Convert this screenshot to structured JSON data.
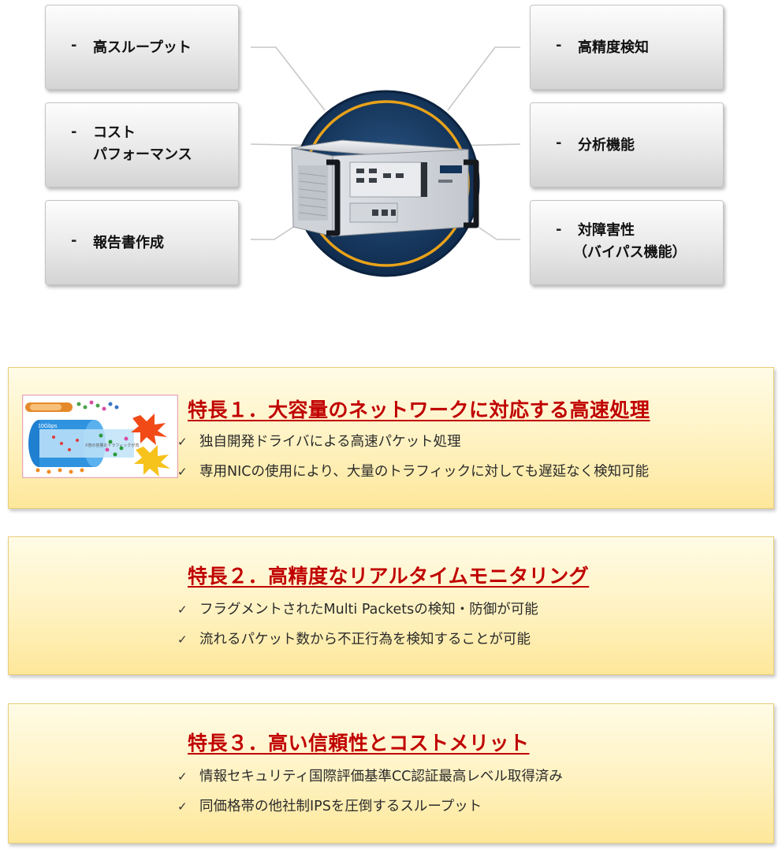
{
  "features_left": [
    {
      "lines": [
        "高スループット"
      ]
    },
    {
      "lines": [
        "コスト",
        "パフォーマンス"
      ]
    },
    {
      "lines": [
        "報告書作成"
      ]
    }
  ],
  "features_right": [
    {
      "lines": [
        "高精度検知"
      ]
    },
    {
      "lines": [
        "分析機能"
      ]
    },
    {
      "lines": [
        "対障害性",
        "（バイパス機能）"
      ]
    }
  ],
  "dash": "-",
  "highlights": [
    {
      "title": "特長１．大容量のネットワークに対応する高速処理",
      "bullets": [
        "独自開発ドライバによる高速パケット処理",
        "専用NICの使用により、大量のトラフィックに対しても遅延なく検知可能"
      ]
    },
    {
      "title": "特長２．高精度なリアルタイムモニタリング",
      "bullets": [
        "フラグメントされたMulti Packetsの検知・防御が可能",
        "流れるパケット数から不正行為を検知することが可能"
      ]
    },
    {
      "title": "特長３．高い信頼性とコストメリット",
      "bullets": [
        "情報セキュリティ国際評価基準CC認証最高レベル取得済み",
        "同価格帯の他社制IPSを圧倒するスループット"
      ]
    }
  ],
  "check_mark": "✓",
  "thumbnail": {
    "label_tube": "10Gbps",
    "caption": "X倍の容量のトラフィックが流"
  },
  "colors": {
    "title_red": "#c00000",
    "circle_navy": "#173b66",
    "ring_gold": "#e8a21a"
  }
}
